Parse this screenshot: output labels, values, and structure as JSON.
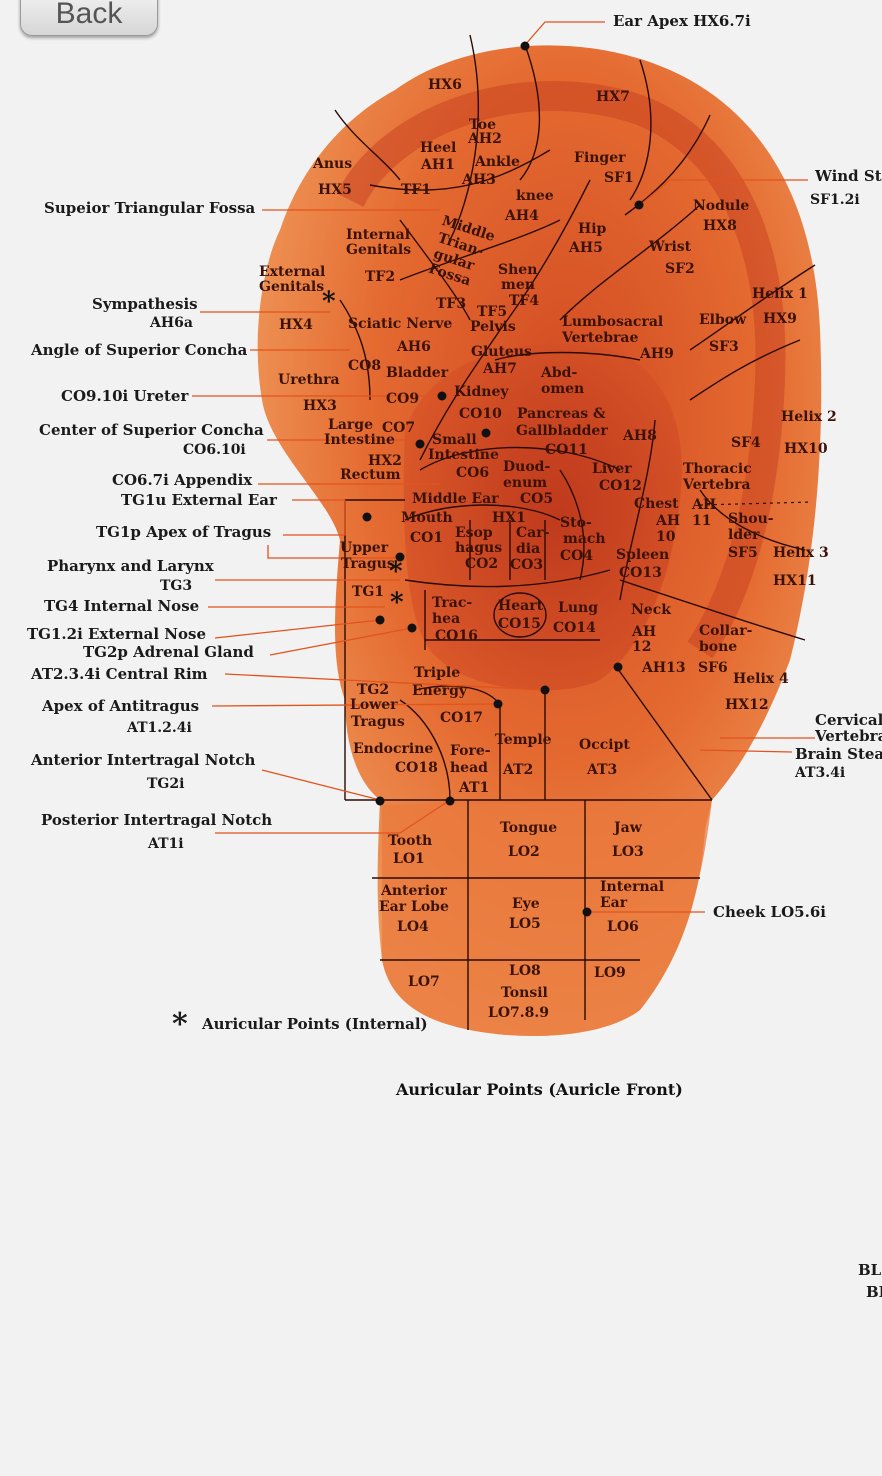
{
  "nav": {
    "back_label": "Back"
  },
  "caption": "Auricular Points (Auricle Front)",
  "legend": {
    "star": "*",
    "text": "Auricular Points (Internal)"
  },
  "outer_labels": {
    "ear_apex": "Ear Apex  HX6.7i",
    "wind_st": "Wind St",
    "sf12i": "SF1.2i",
    "superior_tri_fossa": "Supeior Triangular Fossa",
    "sympathesis": "Sympathesis",
    "ah6a": "AH6a",
    "angle_sup_concha": "Angle of Superior Concha",
    "co910i_ureter": "CO9.10i  Ureter",
    "center_sup_concha": "Center of Superior Concha",
    "co610i": "CO6.10i",
    "co67i_appendix": "CO6.7i  Appendix",
    "tg1u_external_ear": "TG1u  External Ear",
    "tg1p_apex_tragus": "TG1p  Apex of Tragus",
    "pharynx_larynx": "Pharynx and Larynx",
    "tg3": "TG3",
    "tg4_internal_nose": "TG4  Internal Nose",
    "tg12i_external_nose": "TG1.2i   External Nose",
    "tg2p_adrenal_gland": "TG2p  Adrenal Gland",
    "at234i_central_rim": "AT2.3.4i  Central Rim",
    "apex_antitragus": "Apex of Antitragus",
    "at124i": "AT1.2.4i",
    "ant_intertragal_notch": "Anterior Intertragal Notch",
    "tg2i": "TG2i",
    "post_intertragal_notch": "Posterior Intertragal Notch",
    "at1i": "AT1i",
    "cheek": "Cheek  LO5.6i",
    "cervical": "Cervical",
    "vertebra": "Vertebra",
    "brain_stem": "Brain Stea",
    "at34i": "AT3.4i",
    "bl1": "BL",
    "bl2": "BI"
  },
  "ear_points": {
    "hx6": "HX6",
    "hx7": "HX7",
    "toe": "Toe",
    "ah2": "AH2",
    "heel": "Heel",
    "ah1": "AH1",
    "ankle": "Ankle",
    "ah3": "AH3",
    "finger": "Finger",
    "sf1": "SF1",
    "anus": "Anus",
    "hx5": "HX5",
    "tf1": "TF1",
    "knee": "knee",
    "ah4": "AH4",
    "nodule": "Nodule",
    "hx8": "HX8",
    "internal": "Internal",
    "genitals": "Genitals",
    "tf2": "TF2",
    "middle": "Middle",
    "trian": "Trian-",
    "gular": "gular",
    "fossa": "Fossa",
    "tf3": "TF3",
    "hip": "Hip",
    "ah5": "AH5",
    "wrist": "Wrist",
    "sf2": "SF2",
    "shen": "Shen",
    "men": "men",
    "tf4": "TF4",
    "ext": "External",
    "ext_genitals": "Genitals",
    "hx4": "HX4",
    "sciatic": "Sciatic Nerve",
    "ah6": "AH6",
    "tf5": "TF5",
    "pelvis": "Pelvis",
    "lumbo": "Lumbosacral",
    "vert": "Vertebrae",
    "ah9": "AH9",
    "helix1": "Helix 1",
    "elbow": "Elbow",
    "hx9": "HX9",
    "sf3": "SF3",
    "gluteus": "Gluteus",
    "ah7": "AH7",
    "co8": "CO8",
    "urethra": "Urethra",
    "hx3": "HX3",
    "bladder": "Bladder",
    "co9": "CO9",
    "kidney": "Kidney",
    "co10": "CO10",
    "abd": "Abd-",
    "omen": "omen",
    "helix2": "Helix 2",
    "hx10": "HX10",
    "large": "Large",
    "intestine": "Intestine",
    "co7": "CO7",
    "small": "Small",
    "intestine2": "Intestine",
    "co6": "CO6",
    "pancreas": "Pancreas &",
    "gallbladder": "Gallbladder",
    "co11": "CO11",
    "ah8": "AH8",
    "sf4": "SF4",
    "hx2": "HX2",
    "rectum": "Rectum",
    "duod": "Duod-",
    "enum": "enum",
    "co5": "CO5",
    "liver": "Liver",
    "co12": "CO12",
    "thoracic": "Thoracic",
    "vertebra": "Vertebra",
    "middle_ear": "Middle Ear",
    "hx1": "HX1",
    "chest": "Chest",
    "ah10a": "AH",
    "ah10b": "10",
    "ah11a": "AH",
    "ah11b": "11",
    "shou": "Shou-",
    "lder": "lder",
    "sf5": "SF5",
    "helix3": "Helix 3",
    "hx11": "HX11",
    "mouth": "Mouth",
    "co1": "CO1",
    "esop": "Esop",
    "hagus": "hagus",
    "co2": "CO2",
    "car": "Car-",
    "dia": "dia",
    "co3": "CO3",
    "sto": "Sto-",
    "mach": "mach",
    "co4": "CO4",
    "spleen": "Spleen",
    "co13": "CO13",
    "upper": "Upper",
    "tragus": "Tragus",
    "tg1": "TG1",
    "trac": "Trac-",
    "hea": "hea",
    "co16": "CO16",
    "heart": "Heart",
    "co15": "CO15",
    "lung": "Lung",
    "co14": "CO14",
    "neck": "Neck",
    "ah12a": "AH",
    "ah12b": "12",
    "ah13": "AH13",
    "collar": "Collar-",
    "bone": "bone",
    "sf6": "SF6",
    "helix4": "Helix 4",
    "hx12": "HX12",
    "triple": "Triple",
    "energy": "Energy",
    "tg2": "TG2",
    "lower": "Lower",
    "tragus2": "Tragus",
    "co17": "CO17",
    "temple": "Temple",
    "at2": "AT2",
    "occipt": "Occipt",
    "at3": "AT3",
    "endocrine": "Endocrine",
    "co18": "CO18",
    "fore": "Fore-",
    "head": "head",
    "at1": "AT1",
    "tooth": "Tooth",
    "lo1": "LO1",
    "tongue": "Tongue",
    "lo2": "LO2",
    "jaw": "Jaw",
    "lo3": "LO3",
    "ant_ear": "Anterior",
    "ear_lobe": "Ear Lobe",
    "lo4": "LO4",
    "eye": "Eye",
    "lo5": "LO5",
    "int_ear": "Internal",
    "ear_w": "Ear",
    "lo6": "LO6",
    "lo7": "LO7",
    "lo8": "LO8",
    "tonsil": "Tonsil",
    "lo789": "LO7.8.9",
    "lo9": "LO9",
    "star1": "*",
    "star2": "*",
    "star3": "*"
  },
  "colors": {
    "ear_light": "#f2a05a",
    "ear_mid": "#e0642a",
    "ear_dark": "#b8341a",
    "line": "#e2531e"
  }
}
